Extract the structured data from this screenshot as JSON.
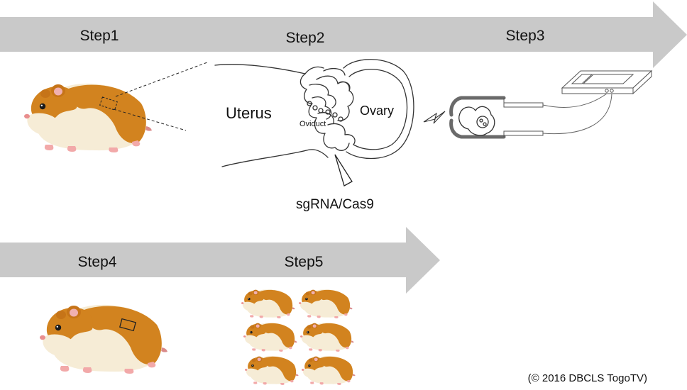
{
  "steps": {
    "step1": "Step1",
    "step2": "Step2",
    "step3": "Step3",
    "step4": "Step4",
    "step5": "Step5"
  },
  "anatomy": {
    "uterus": "Uterus",
    "ovary": "Ovary",
    "oviduct": "Oviduct",
    "injection": "sgRNA/Cas9"
  },
  "copyright": "(© 2016 DBCLS TogoTV)",
  "colors": {
    "arrow": "#c9c9c9",
    "fur_orange": "#d2831f",
    "fur_cream": "#f6ecd6",
    "ear_pink": "#f0b0b0"
  },
  "icons": [
    "hamster-icon",
    "electroporator-icon",
    "electrode-icon",
    "spark-icon"
  ]
}
